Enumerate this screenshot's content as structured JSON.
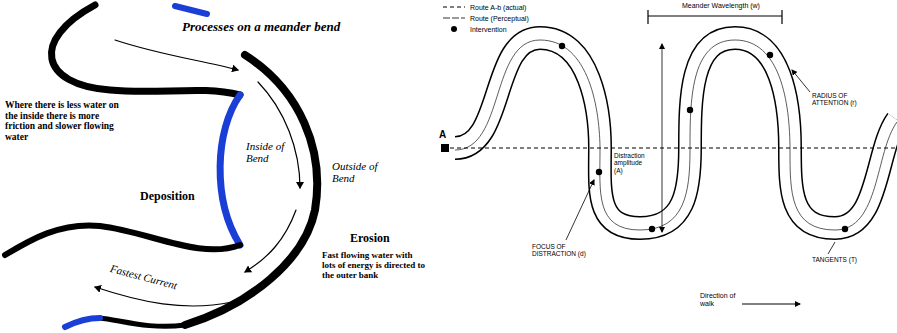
{
  "diagram": {
    "labels": [
      "Processes on a meander bend",
      "Where there is less water on the inside there is more friction and slower flowing water",
      "Inside of Bend",
      "Deposition",
      "Outside of Bend",
      "Erosion",
      "Fast flowing water with lots of energy is directed to the outer bank",
      "Fastest Current",
      "Meander Wavelength (w)",
      "A",
      "RADIUS OF ATTENTION (r)",
      "Distraction amplitude (A)",
      "FOCUS OF DISTRACTION (d)",
      "TANGENTS (T)",
      "Direction of walk"
    ],
    "legend": [
      {
        "text": "Route A-b (actual)"
      },
      {
        "text": "Route (Perceptual)"
      },
      {
        "text": "Intervention"
      }
    ]
  }
}
